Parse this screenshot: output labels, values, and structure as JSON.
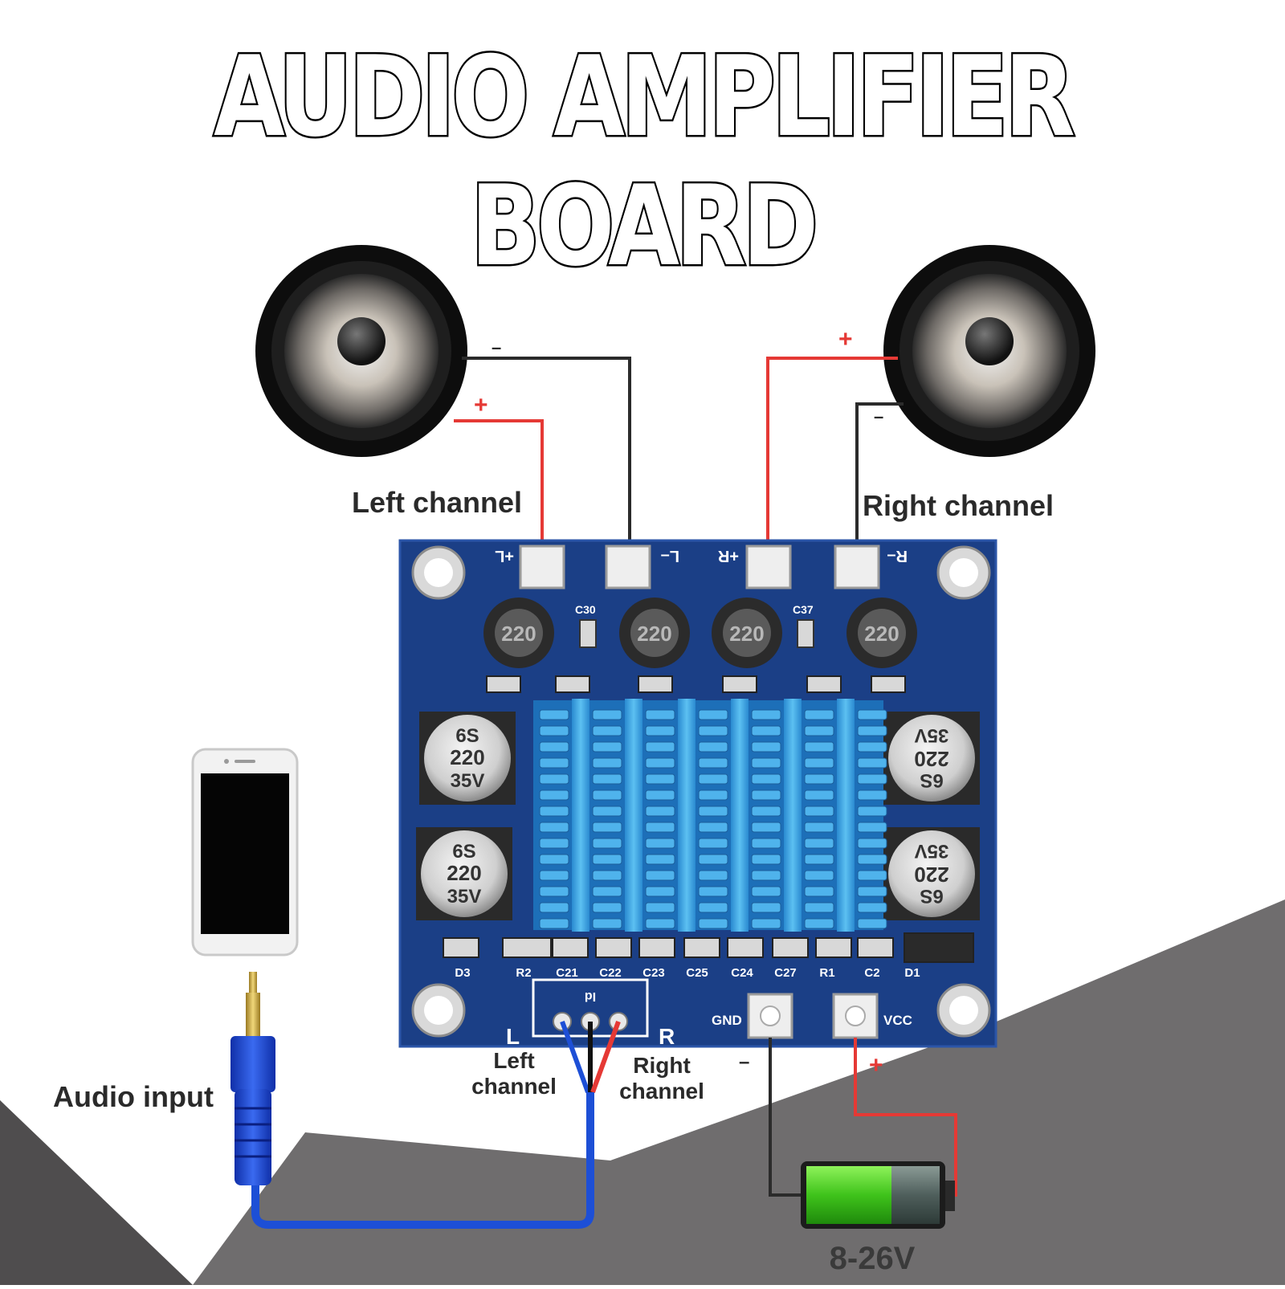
{
  "title": "AUDIO AMPLIFIER BOARD",
  "labels": {
    "left_channel": "Left channel",
    "right_channel": "Right channel",
    "audio_input": "Audio input",
    "input_left_1": "Left",
    "input_left_2": "channel",
    "input_right_1": "Right",
    "input_right_2": "channel",
    "voltage": "8-26V",
    "plus": "+",
    "minus": "–"
  },
  "board": {
    "terminals": [
      "+L",
      "L–",
      "+R",
      "R–"
    ],
    "inductor_value": "220",
    "caps": {
      "line1": "6S",
      "line2": "220",
      "line3": "35V"
    },
    "cap_c30": "C30",
    "cap_c37": "C37",
    "bottom_refs": [
      "D3",
      "R2",
      "C21",
      "C22",
      "C23",
      "C25",
      "C24",
      "C27",
      "R1",
      "C2",
      "D1"
    ],
    "gnd": "GND",
    "vcc": "VCC",
    "input_L": "L",
    "input_R": "R",
    "input_code": "Id"
  },
  "colors": {
    "board": "#1b3f86",
    "heatsink": "#3aa3e0",
    "wire_red": "#e53935",
    "wire_black": "#2b2b2b",
    "cable_blue": "#1d4fd6",
    "battery_green": "#55d326",
    "floor_gray": "#6f6d6e"
  }
}
